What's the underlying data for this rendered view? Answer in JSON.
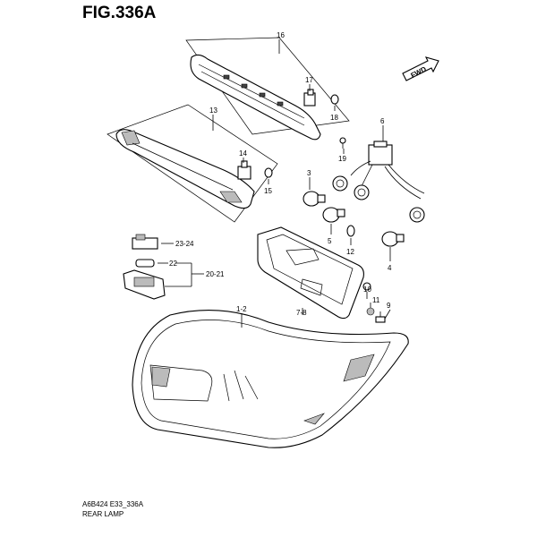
{
  "header": {
    "figure": "FIG.336A"
  },
  "footer": {
    "code": "A6B424 E33_336A",
    "caption": "REAR LAMP"
  },
  "fwd_marker": {
    "text": "FWD"
  },
  "callouts": {
    "c16": "16",
    "c17": "17",
    "c18": "18",
    "c13": "13",
    "c14": "14",
    "c15": "15",
    "c6": "6",
    "c19": "19",
    "c3": "3",
    "c5": "5",
    "c12": "12",
    "c4": "4",
    "c2324": "23-24",
    "c22": "22",
    "c2021": "20-21",
    "c12b": "1-2",
    "c78": "7-8",
    "c10": "10",
    "c11": "11",
    "c9": "9"
  }
}
